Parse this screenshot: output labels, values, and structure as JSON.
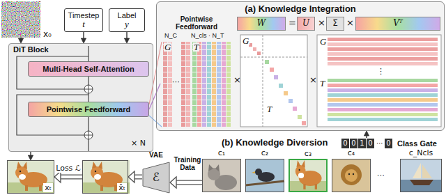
{
  "diagram": {
    "nodes": [
      {
        "text": [
          "x₀"
        ]
      },
      {
        "text": [
          "Timestep",
          "t"
        ]
      },
      {
        "text": [
          "Label",
          "y"
        ]
      },
      {
        "text": [
          "DiT Block"
        ]
      },
      {
        "text": [
          "Multi-Head Self-Attention"
        ],
        "in": 3
      },
      {
        "text": [
          "Pointwise Feedforward"
        ],
        "in": 3
      },
      {
        "text": [
          "xₜ"
        ]
      },
      {
        "text": [
          "x̂ₜ"
        ]
      },
      {
        "text": [
          "VAE",
          "ℰ"
        ]
      },
      {
        "text": [
          "(a) Knowledge Integration"
        ]
      },
      {
        "text": [
          "Pointwise Feedforward"
        ],
        "in": 9
      },
      {
        "text": [
          "W"
        ],
        "in": 9
      },
      {
        "text": [
          "U"
        ],
        "in": 9
      },
      {
        "text": [
          "Σ"
        ],
        "in": 9
      },
      {
        "text": [
          "Vᵀ"
        ],
        "in": 9
      },
      {
        "text": [
          "0",
          "0",
          "1",
          "0",
          "⋯",
          "0",
          "Class Gate"
        ]
      },
      {
        "text": [
          "c₁"
        ]
      },
      {
        "text": [
          "c₂"
        ]
      },
      {
        "text": [
          "c₃"
        ]
      },
      {
        "text": [
          "c₄"
        ]
      },
      {
        "text": [
          "c_Ncls"
        ]
      }
    ],
    "edges": [
      {
        "from": 0,
        "to": 3,
        "arrow": "to"
      },
      {
        "from": 1,
        "to": 3,
        "arrow": "to"
      },
      {
        "from": 2,
        "to": 3,
        "arrow": "to"
      },
      {
        "from": 3,
        "to": 6,
        "arrow": "to"
      },
      {
        "from": 7,
        "to": 6,
        "arrow": "to",
        "label": "Loss ℒ"
      },
      {
        "from": 8,
        "to": 7,
        "arrow": "to"
      },
      {
        "from": 16,
        "to": 8,
        "arrow": "to"
      },
      {
        "from": 15,
        "to": 9,
        "arrow": "to"
      },
      {
        "from": 5,
        "to": 10,
        "arrow": "none"
      }
    ],
    "labels": [
      "× N",
      "=",
      "×",
      "×",
      "N_C",
      "N_cls · N_T",
      "G",
      "⋯",
      "T",
      "×",
      "G",
      "T",
      "×",
      "G",
      "⋮",
      "T",
      "(b) Knowledge Diversion",
      "Training Data",
      "⋯"
    ]
  }
}
